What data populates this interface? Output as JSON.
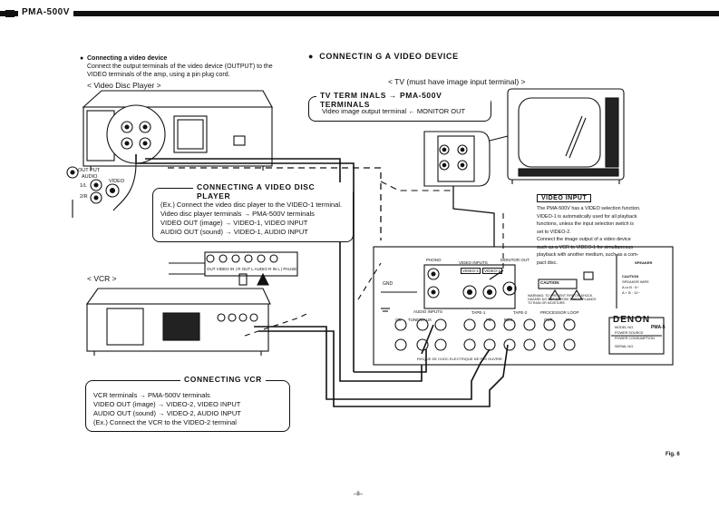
{
  "header": {
    "title": "PMA-500V"
  },
  "note": {
    "heading": "Connecting a video device",
    "body_line1": "Connect the output terminals of the video device (OUTPUT) to the",
    "body_line2": "VIDEO terminals of the amp, using a pin plug cord."
  },
  "section": {
    "title": "CONNECTIN G A VIDEO DEVICE"
  },
  "labels": {
    "video_disc_player": "< Video Disc Player >",
    "vcr": "< VCR >",
    "tv": "< TV (must have image input terminal) >",
    "out_put": "OUT PUT",
    "audio": "AUDIO",
    "video": "VIDEO",
    "ch1": "1/L",
    "ch2": "2/R"
  },
  "tv_box": {
    "title": "TV TERM INALS → PMA-500V TERMINALS",
    "line1": "Video image output terminal ← MONITOR OUT"
  },
  "disc_box": {
    "title": "CONNECTING A VIDEO DISC PLAYER",
    "line1": "(Ex.) Connect the video disc player to the VIDEO-1 terminal.",
    "line2": "Video disc player terminals → PMA-500V terminals",
    "line3": "VIDEO OUT (image) → VIDEO-1, VIDEO INPUT",
    "line4": "AUDIO OUT (sound) → VIDEO-1, AUDIO INPUT"
  },
  "vcr_box": {
    "title": "CONNECTING VCR",
    "line1": "VCR terminals → PMA-500V terminals",
    "line2": "VIDEO OUT (image) → VIDEO-2, VIDEO INPUT",
    "line3": "AUDIO OUT (sound) → VIDEO-2, AUDIO INPUT",
    "line4": "(Ex.) Connect the VCR to the VIDEO-2 terminal"
  },
  "video_input_note": {
    "title": "VIDEO INPUT",
    "lines": [
      "The PMA-500V has a VIDEO selection function.",
      "VIDEO-1 is automatically used for all playback",
      "functions, unless the input selection switch is",
      "set to VIDEO-2.",
      "Connect the image output of a video device",
      "such as a VCR to VIDEO-1 for simultaneous",
      "playback with another medium, such as a com-",
      "pact disc."
    ]
  },
  "amp_panel": {
    "phono": "PHONO",
    "video_inputs": "VIDEO INPUTS",
    "monitor_out": "MONITOR OUT",
    "video1": "VIDEO-1",
    "video2": "VIDEO-2",
    "gnd": "GND",
    "audio_inputs": "AUDIO INPUTS",
    "tape1": "TAPE-1",
    "tape2": "TAPE-2",
    "processor_loop": "PROCESSOR LOOP",
    "cd": "CD",
    "tuner_aux": "TUNER/AUX",
    "pb": "PB",
    "rec": "REC",
    "out": "OUT",
    "in": "IN",
    "caution": "CAUTION",
    "warning": "WARNING: TO PREVENT FIRE OR SHOCK HAZARD DO NOT EXPOSE THIS APPLIANCE TO RAIN OR MOISTURE.",
    "risque": "RISQUE DE CHOC ELECTRIQUE NE PAS OUVRIR.",
    "brand": "DENON",
    "model_short": "PMA-5",
    "speaker": "SPEAKER",
    "model_no": "MODEL NO.",
    "power_source": "POWER SOURCE",
    "power_consumption": "POWER CONSUMPTION",
    "serial_no": "SERIAL NO.",
    "spk_caution": "CAUTION",
    "spk_imp": "SPEAKER IMPE",
    "spk_a": "A or B : 6~",
    "spk_ab": "A + B : 12~"
  },
  "vcr_strip": {
    "labels": "OUT VIDEO IN | R OUT L AUDIO R IN L | PAUSE"
  },
  "footer": {
    "fig": "Fig. 6",
    "page": "–8–"
  }
}
